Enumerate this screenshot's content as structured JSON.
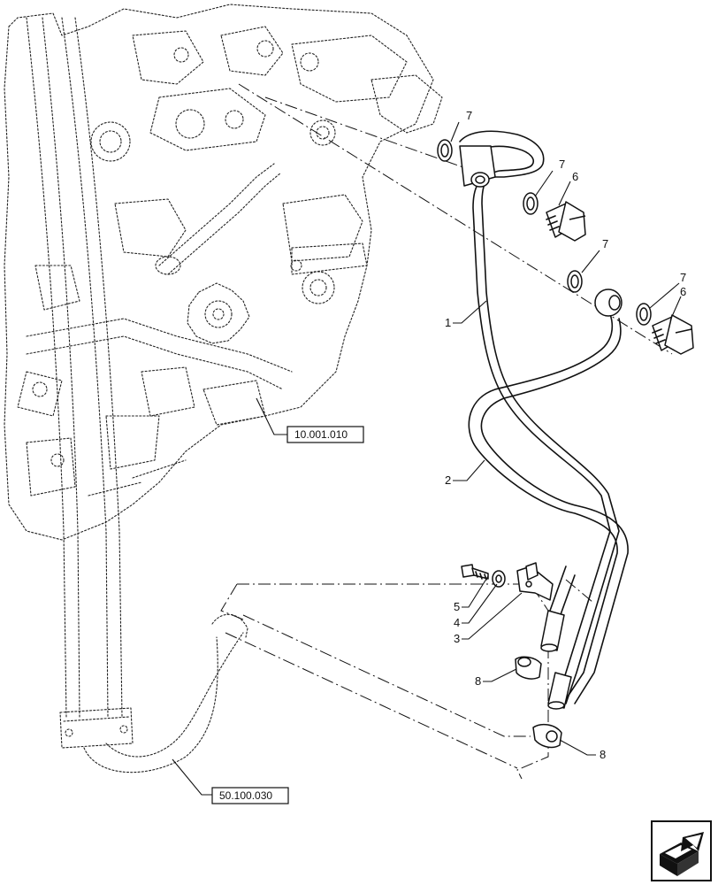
{
  "diagram": {
    "callouts": [
      {
        "label": "7"
      },
      {
        "label": "7"
      },
      {
        "label": "6"
      },
      {
        "label": "7"
      },
      {
        "label": "7"
      },
      {
        "label": "6"
      },
      {
        "label": "1"
      },
      {
        "label": "2"
      },
      {
        "label": "5"
      },
      {
        "label": "4"
      },
      {
        "label": "3"
      },
      {
        "label": "8"
      },
      {
        "label": "8"
      }
    ],
    "references": [
      {
        "label": "10.001.010"
      },
      {
        "label": "50.100.030"
      }
    ],
    "icons": {
      "navigation": "arrow-cube-icon"
    }
  }
}
